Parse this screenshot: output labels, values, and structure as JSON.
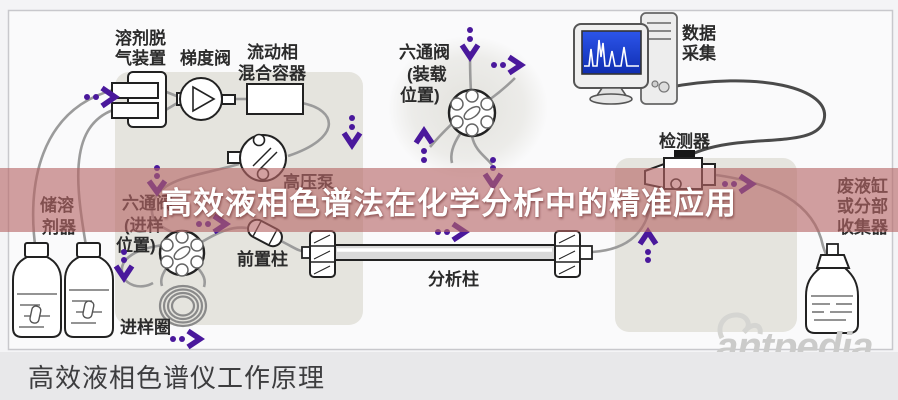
{
  "title_banner": {
    "text": "高效液相色谱法在化学分析中的精准应用",
    "band_color": "#b66565"
  },
  "caption": {
    "text": "高效液相色谱仪工作原理"
  },
  "watermark": {
    "text": "antpedia"
  },
  "diagram": {
    "labels": {
      "degasser": {
        "line1": "溶剂脱",
        "line2": "气装置"
      },
      "gradient_valve": {
        "line1": "梯度阀"
      },
      "mixer": {
        "line1": "流动相",
        "line2": "混合容器"
      },
      "pump": {
        "line1": "高压泵"
      },
      "valve_load": {
        "line1": "六通阀",
        "line2": "(装载",
        "line3": "位置)"
      },
      "data_acq": {
        "line1": "数据",
        "line2": "采集"
      },
      "detector": {
        "line1": "检测器"
      },
      "waste": {
        "line1": "废液缸",
        "line2": "或分部",
        "line3": "收集器"
      },
      "reservoir": {
        "line1": "储溶",
        "line2": "剂器"
      },
      "valve_inject": {
        "line1": "六通阀",
        "line2": "(进样",
        "line3": "位置)"
      },
      "sample_loop": {
        "line1": "进样圈"
      },
      "guard_column": {
        "line1": "前置柱"
      },
      "column": {
        "line1": "分析柱"
      }
    },
    "colors": {
      "flow_arrow": "#4a189c",
      "band": "#b66565",
      "screen_blue": "#1d3fd0",
      "tube_gray": "#9b9b9b",
      "outline": "#222222",
      "panel_gray": "#e5e4de"
    }
  }
}
